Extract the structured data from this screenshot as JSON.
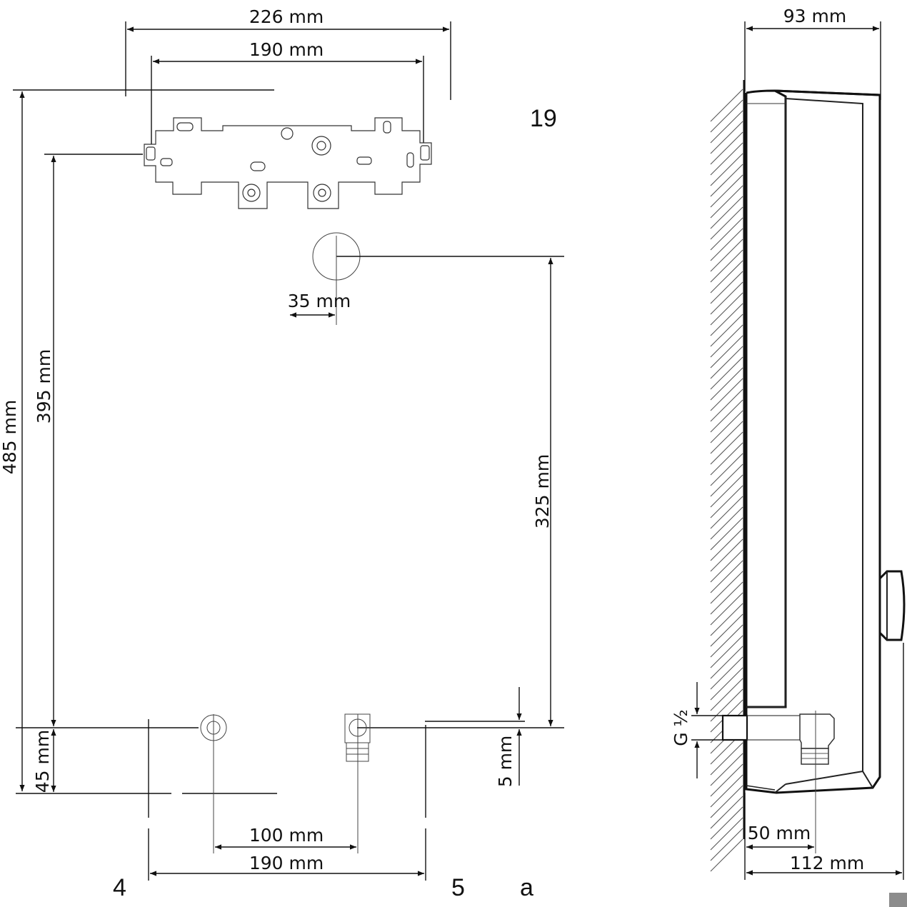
{
  "labels": {
    "figure_number": "19",
    "callout_left": "4",
    "callout_middle": "5",
    "callout_right": "a",
    "thread": "G ½"
  },
  "front_view": {
    "overall_width": "226 mm",
    "bracket_hole_spacing": "190 mm",
    "overall_height": "485 mm",
    "bracket_to_pipe_height": "395 mm",
    "pipe_height_from_bottom": "45 mm",
    "inlet_offset": "35 mm",
    "inlet_to_pipe_height": "325 mm",
    "pipe_offset": "5 mm",
    "pipe_spacing": "100 mm",
    "bottom_width": "190 mm"
  },
  "side_view": {
    "depth": "93 mm",
    "pipe_projection": "50 mm",
    "total_depth": "112 mm"
  },
  "colors": {
    "line": "#111111",
    "corner_marker": "#8c8c8c"
  }
}
